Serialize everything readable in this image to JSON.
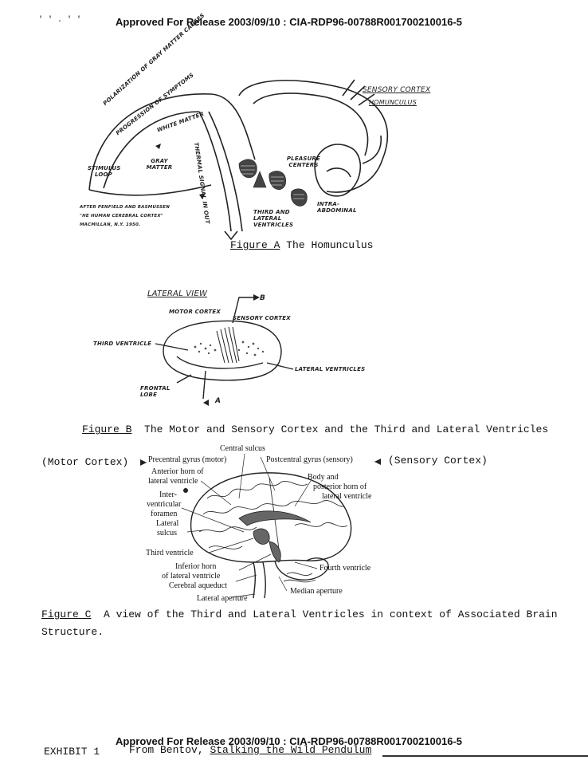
{
  "header": {
    "stray_marks": "' ' . ' '",
    "release_line": "Approved For Release 2003/09/10 : CIA-RDP96-00788R001700210016-5"
  },
  "figure_a": {
    "caption_label": "Figure A",
    "caption_text": "The Homunculus",
    "labels": {
      "polarization": "POLARIZATION OF GRAY MATTER CAUSES",
      "progression": "PROGRESSION OF SYMPTOMS",
      "white_matter": "WHITE MATTER",
      "gray_matter": "GRAY MATTER",
      "stimulus_loop": "STIMULUS LOOP",
      "thermal_signal": "THERMAL SIGNAL IN OUT",
      "pleasure_centers": "PLEASURE CENTERS",
      "third_lateral": "THIRD AND LATERAL VENTRICLES",
      "intra_abdominal": "INTRA-ABDOMINAL",
      "sensory_cortex": "SENSORY CORTEX",
      "homunculus": "HOMUNCULUS",
      "credit_1": "AFTER PENFIELD AND RASMUSSEN",
      "credit_2": "\"HE HUMAN CEREBRAL CORTEX\"",
      "credit_3": "MACMILLAN, N.Y. 1950."
    }
  },
  "figure_b": {
    "caption_label": "Figure B",
    "caption_text": "The Motor and Sensory Cortex and the Third and Lateral Ventricles",
    "labels": {
      "lateral_view": "LATERAL VIEW",
      "motor_cortex": "MOTOR CORTEX",
      "sensory_cortex": "SENSORY CORTEX",
      "third_ventricle": "THIRD VENTRICLE",
      "lateral_ventricles": "LATERAL VENTRICLES",
      "frontal_lobe": "FRONTAL LOBE",
      "arrow_b": "B",
      "arrow_a": "A"
    }
  },
  "figure_c": {
    "caption_label": "Figure C",
    "caption_text": "A view of the Third and Lateral Ventricles in context of Associated Brain",
    "caption_text_2": "Structure.",
    "motor_note": "(Motor Cortex)",
    "sensory_note": "(Sensory Cortex)",
    "labels": {
      "central_sulcus": "Central sulcus",
      "precentral": "Precentral gyrus (motor)",
      "postcentral": "Postcentral gyrus (sensory)",
      "anterior_horn_1": "Anterior horn of",
      "anterior_horn_2": "lateral ventricle",
      "body_1": "Body and",
      "body_2": "posterior horn of",
      "body_3": "lateral ventricle",
      "inter_1": "Inter-",
      "inter_2": "ventricular",
      "inter_3": "foramen",
      "lateral_sulcus_1": "Lateral",
      "lateral_sulcus_2": "sulcus",
      "third_ventricle": "Third ventricle",
      "inferior_1": "Inferior horn",
      "inferior_2": "of lateral ventricle",
      "aqueduct": "Cerebral aqueduct",
      "fourth_ventricle": "Fourth ventricle",
      "median_aperture": "Median aperture",
      "lateral_aperture": "Lateral aperture"
    }
  },
  "footer": {
    "release_line": "Approved For Release 2003/09/10 : CIA-RDP96-00788R001700210016-5",
    "exhibit": "EXHIBIT 1",
    "from_prefix": "From Bentov,",
    "book_title": "Stalking the Wild Pendulum"
  }
}
